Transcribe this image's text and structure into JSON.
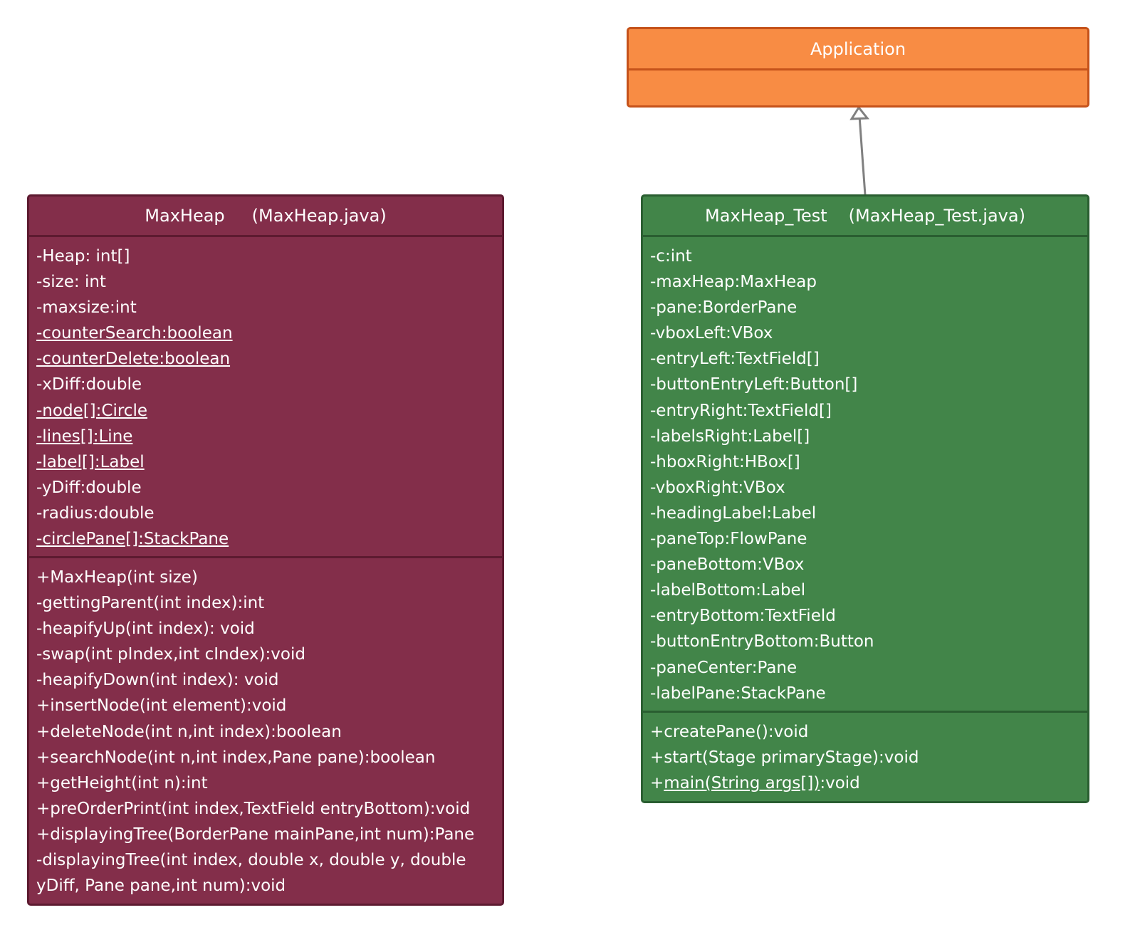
{
  "colors": {
    "maxheap_fill": "#832e4a",
    "maxheap_border": "#5d1a30",
    "maxheap_test_fill": "#428549",
    "maxheap_test_border": "#2a5e31",
    "application_fill": "#f88c44",
    "application_border": "#c5521a",
    "arrow": "#808080"
  },
  "application": {
    "name": "Application"
  },
  "maxheap": {
    "name": "MaxHeap",
    "file": "(MaxHeap.java)",
    "attributes": [
      "-Heap: int[]",
      "-size: int",
      "-maxsize:int",
      "-counterSearch:boolean",
      "-counterDelete:boolean",
      "-xDiff:double",
      "-node[]:Circle",
      "-lines[]:Line",
      "-label[]:Label",
      "-yDiff:double",
      "-radius:double",
      "-circlePane[]:StackPane"
    ],
    "operations": [
      "+MaxHeap(int size)",
      "-gettingParent(int index):int",
      "-heapifyUp(int index): void",
      "-swap(int pIndex,int cIndex):void",
      "-heapifyDown(int index): void",
      "+insertNode(int element):void",
      "+deleteNode(int n,int index):boolean",
      "+searchNode(int n,int index,Pane pane):boolean",
      "+getHeight(int n):int",
      "+preOrderPrint(int index,TextField  entryBottom):void",
      "+displayingTree(BorderPane  mainPane,int num):Pane",
      "-displayingTree(int  index, double x, double y, double yDiff, Pane pane,int num):void"
    ]
  },
  "maxheap_test": {
    "name": "MaxHeap_Test",
    "file": "(MaxHeap_Test.java)",
    "attributes": [
      "-c:int",
      "-maxHeap:MaxHeap",
      "-pane:BorderPane",
      "-vboxLeft:VBox",
      "-entryLeft:TextField[]",
      "-buttonEntryLeft:Button[]",
      "-entryRight:TextField[]",
      "-labelsRight:Label[]",
      "-hboxRight:HBox[]",
      "-vboxRight:VBox",
      "-headingLabel:Label",
      "-paneTop:FlowPane",
      "-paneBottom:VBox",
      "-labelBottom:Label",
      "-entryBottom:TextField",
      "-buttonEntryBottom:Button",
      "-paneCenter:Pane",
      "-labelPane:StackPane"
    ],
    "operations": [
      "+createPane():void",
      "+start(Stage primaryStage):void"
    ],
    "main_op": {
      "prefix": "+",
      "static_part": "main(String args[])",
      "suffix": ":void"
    }
  }
}
